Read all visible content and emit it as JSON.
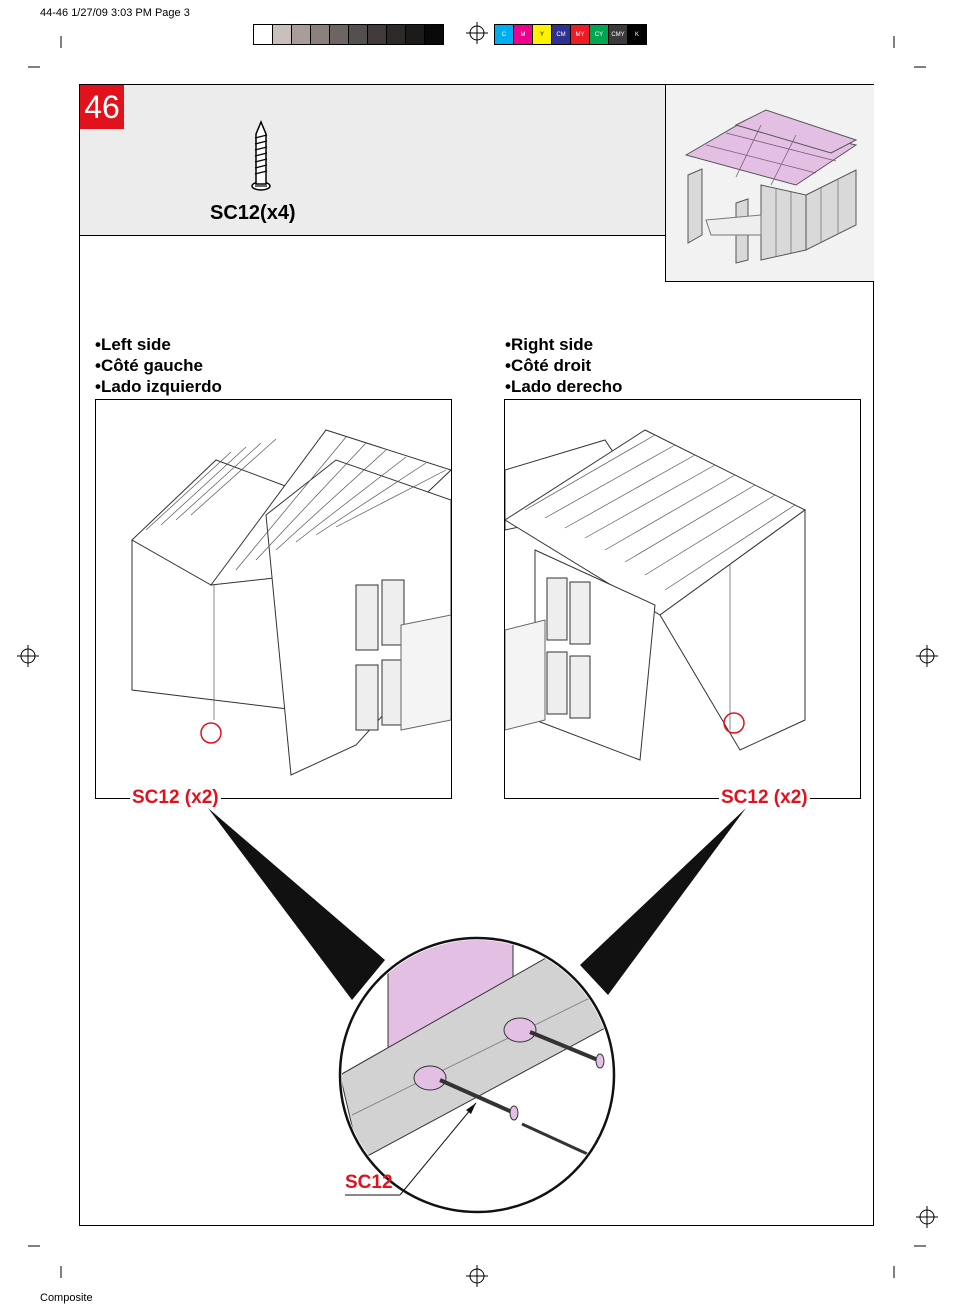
{
  "print_header": "44-46 1/27/09 3:03 PM Page 3",
  "print_footer": "Composite",
  "color_bar": {
    "grays": [
      "#ffffff",
      "#c9c0bd",
      "#a89d9b",
      "#8a807e",
      "#6e6562",
      "#555050",
      "#403b3a",
      "#2d2929",
      "#1d1a1a",
      "#0a0909"
    ],
    "cmyk": [
      {
        "label": "C",
        "color": "#00aeef"
      },
      {
        "label": "M",
        "color": "#ec008c"
      },
      {
        "label": "Y",
        "color": "#fff200"
      },
      {
        "label": "CM",
        "color": "#2e3192"
      },
      {
        "label": "MY",
        "color": "#ed1c24"
      },
      {
        "label": "CY",
        "color": "#00a651"
      },
      {
        "label": "CMY",
        "color": "#3a3a3a"
      },
      {
        "label": "K",
        "color": "#000000"
      }
    ]
  },
  "step": {
    "number": "46",
    "part": "SC12(x4)",
    "accent_color": "#e2121d",
    "highlight_color": "#e3bfe3"
  },
  "left_side": {
    "lines": [
      "Left side",
      "Côté gauche",
      "Lado izquierdo"
    ],
    "callout": "SC12 (x2)"
  },
  "right_side": {
    "lines": [
      "Right side",
      "Côté droit",
      "Lado derecho"
    ],
    "callout": "SC12 (x2)"
  },
  "detail": {
    "label": "SC12"
  }
}
